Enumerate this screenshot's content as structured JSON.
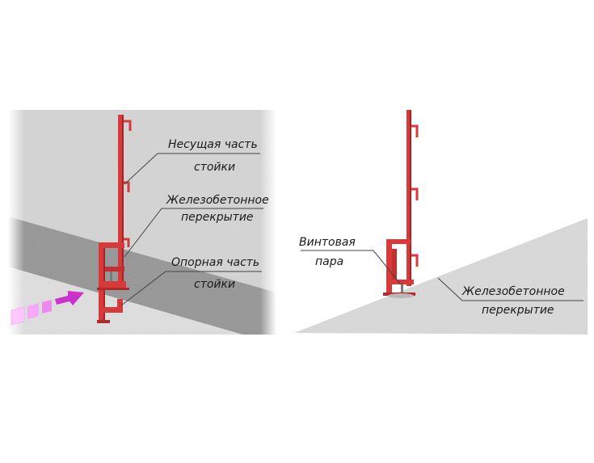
{
  "left_panel": {
    "label_load_part_1": "Несущая часть",
    "label_load_part_2": "стойки",
    "label_slab_1": "Железобетонное",
    "label_slab_2": "перекрытие",
    "label_support_1": "Опорная часть",
    "label_support_2": "стойки"
  },
  "right_panel": {
    "label_screw_1": "Винтовая",
    "label_screw_2": "пара",
    "label_slab_1": "Железобетонное",
    "label_slab_2": "перекрытие"
  },
  "colors": {
    "post": "#d63a3a",
    "post_dark": "#a82424",
    "concrete": "#d9d9d9",
    "concrete_edge": "#8a8a8a",
    "arrow": "#cc33cc"
  }
}
